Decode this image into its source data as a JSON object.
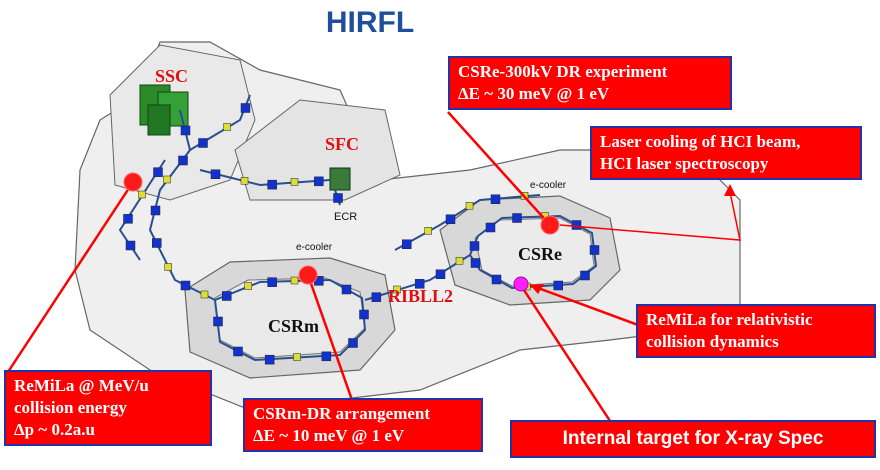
{
  "title": "HIRFL",
  "labels": {
    "ssc": "SSC",
    "sfc": "SFC",
    "ecr": "ECR",
    "csre": "CSRe",
    "csrm": "CSRm",
    "ribll2": "RIBLL2",
    "ecooler_csre": "e-cooler",
    "ecooler_csrm": "e-cooler"
  },
  "callouts": {
    "csre_dr": [
      "CSRe-300kV DR experiment",
      "ΔE ~ 30 meV @ 1 eV"
    ],
    "laser": [
      "Laser cooling of HCI beam,",
      "HCI laser spectroscopy"
    ],
    "remila_rel": [
      "ReMiLa for relativistic",
      "collision dynamics"
    ],
    "remila_mev": [
      "ReMiLa   @   MeV/u",
      "collision  energy",
      "Δp ~ 0.2a.u"
    ],
    "csrm_dr": [
      "CSRm-DR arrangement",
      "ΔE ~ 10 meV @ 1 eV"
    ],
    "target": [
      "Internal target for X-ray Spec"
    ]
  },
  "colors": {
    "callout_bg": "#ff0000",
    "callout_border": "#2233aa",
    "title": "#1f4e9c",
    "leader": "#ff0000",
    "marker": "#ff1a1a",
    "target_marker": "#ff22ff",
    "magnet": "#1133cc",
    "quad": "#dddd33",
    "ssc_magnet": "#2a8a2a"
  }
}
